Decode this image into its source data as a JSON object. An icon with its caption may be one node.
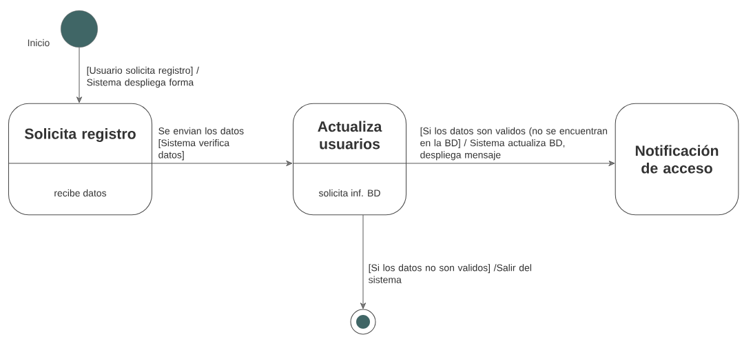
{
  "diagram": {
    "nodes": [
      {
        "text": [],
        "shape": "circle",
        "beside": [
          "Inicio"
        ]
      },
      {
        "text": [
          "Solicita registro",
          "recibe datos"
        ]
      },
      {
        "text": [
          "Actualiza usuarios",
          "solicita inf. BD"
        ]
      },
      {
        "text": [
          "Notificación de acceso"
        ]
      },
      {
        "text": [],
        "shape": "circle"
      }
    ],
    "edges": [
      {
        "from": 0,
        "to": 1,
        "arrow": "to",
        "label": "[Usuario solicita registro] / Sistema despliega forma"
      },
      {
        "from": 1,
        "to": 2,
        "arrow": "to",
        "label": "Se envian los datos [Sistema verifica datos]"
      },
      {
        "from": 2,
        "to": 3,
        "arrow": "to",
        "label": "[Si los datos son validos (no se encuentran en la BD] / Sistema actualiza BD, despliega mensaje"
      },
      {
        "from": 2,
        "to": 4,
        "arrow": "to",
        "label": "[Si los datos no son validos] /Salir del sistema"
      }
    ]
  }
}
